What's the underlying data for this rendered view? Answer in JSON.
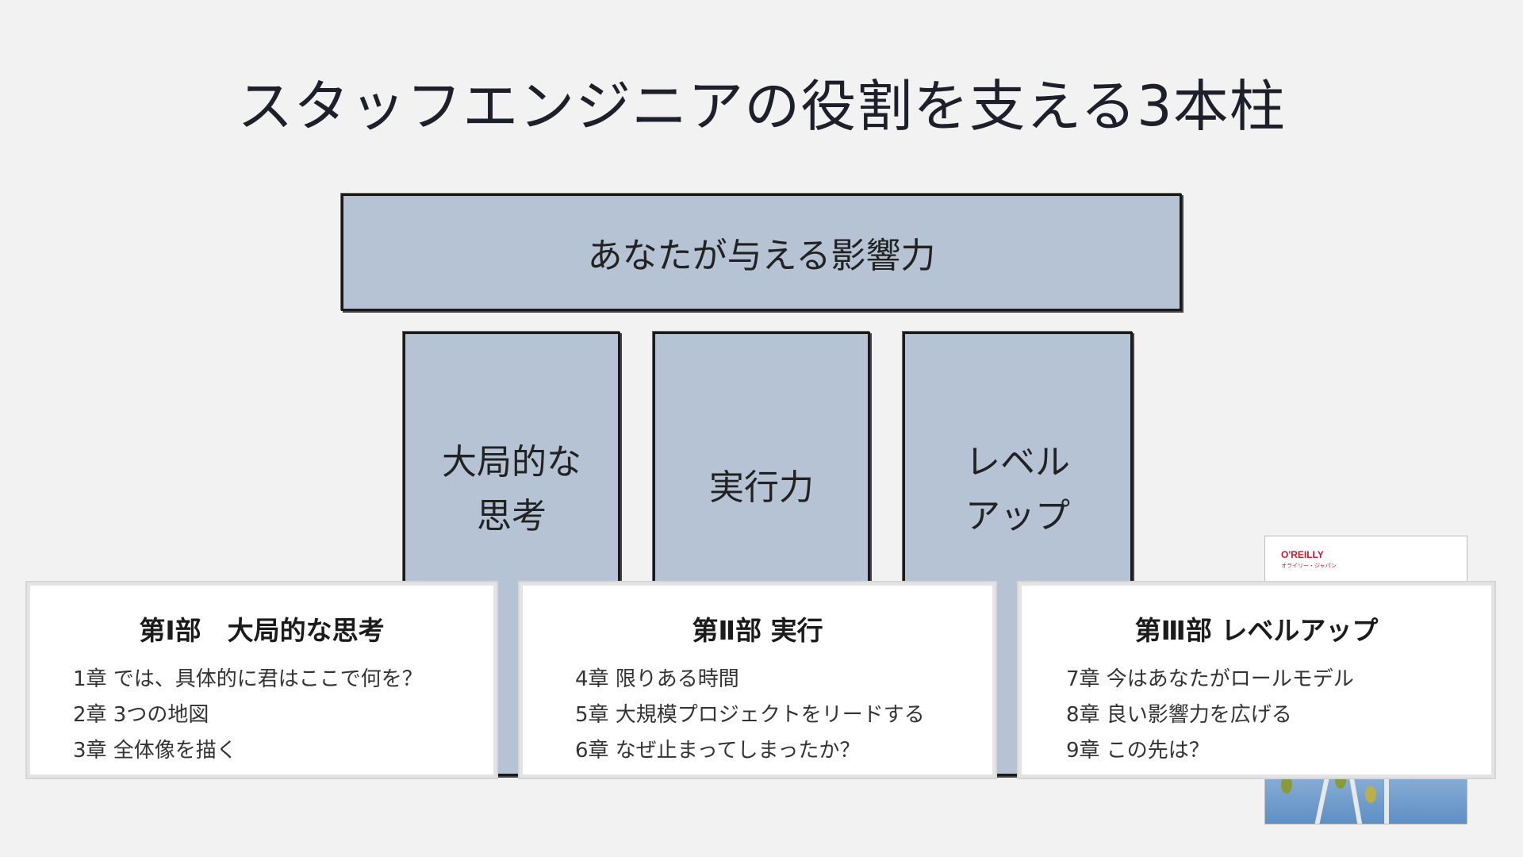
{
  "title": "スタッフエンジニアの役割を支える3本柱",
  "roof": {
    "label": "あなたが与える影響力"
  },
  "pillars": [
    {
      "label_lines": [
        "大局的な",
        "思考"
      ]
    },
    {
      "label_lines": [
        "実行力"
      ]
    },
    {
      "label_lines": [
        "レベル",
        "アップ"
      ]
    }
  ],
  "parts": [
    {
      "heading": "第Ⅰ部　大局的な思考",
      "chapters": [
        "1章 では、具体的に君はここで何を？",
        "2章 3つの地図",
        "3章 全体像を描く"
      ]
    },
    {
      "heading": "第Ⅱ部 実行",
      "chapters": [
        "4章 限りある時間",
        "5章 大規模プロジェクトをリードする",
        "6章 なぜ止まってしまったか？"
      ]
    },
    {
      "heading": "第Ⅲ部 レベルアップ",
      "chapters": [
        "7章 今はあなたがロールモデル",
        "8章 良い影響力を広げる",
        "9章 この先は？"
      ]
    }
  ],
  "book": {
    "publisher": "O'REILLY",
    "publisher_sub": "オライリー・ジャパン"
  }
}
